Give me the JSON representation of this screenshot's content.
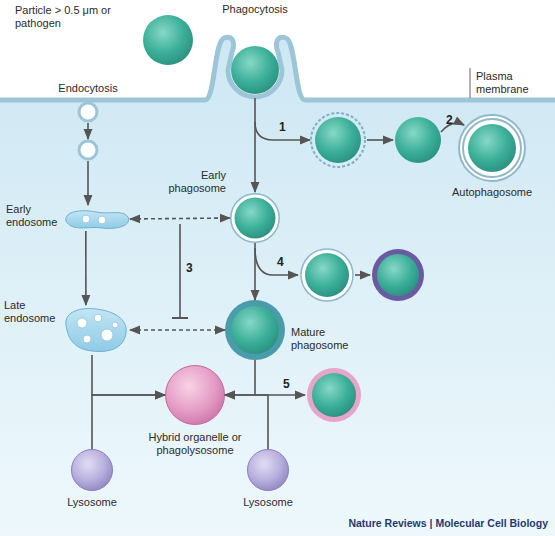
{
  "diagram": {
    "nodes": [
      {
        "text": [
          "Particle > 0.5 μm or pathogen"
        ]
      },
      {
        "text": [
          "Early endosome"
        ]
      },
      {
        "text": [
          "Early phagosome"
        ]
      },
      {
        "text": [
          "Autophagosome"
        ]
      },
      {
        "text": [
          "Late endosome"
        ]
      },
      {
        "text": [
          "Mature phagosome"
        ]
      },
      {
        "text": [
          "Hybrid organelle or phagolysosome"
        ]
      },
      {
        "text": [
          "Lysosome"
        ]
      },
      {
        "text": [
          "Lysosome"
        ]
      }
    ],
    "edges": [
      {
        "from": 1,
        "to": 4,
        "arrow": "to"
      },
      {
        "from": 1,
        "to": 2,
        "arrow": "both"
      },
      {
        "from": 4,
        "to": 5,
        "arrow": "both"
      },
      {
        "from": 2,
        "to": 5,
        "arrow": "to"
      },
      {
        "from": 4,
        "to": 6,
        "arrow": "to"
      },
      {
        "from": 7,
        "to": 6,
        "arrow": "to"
      },
      {
        "from": 5,
        "to": 6,
        "arrow": "to"
      },
      {
        "from": 8,
        "to": 6,
        "arrow": "to"
      }
    ],
    "labels": [
      "Phagocytosis",
      "Plasma membrane",
      "Endocytosis",
      "1",
      "2",
      "3",
      "4",
      "5",
      "Nature Reviews | Molecular Cell Biology"
    ]
  }
}
